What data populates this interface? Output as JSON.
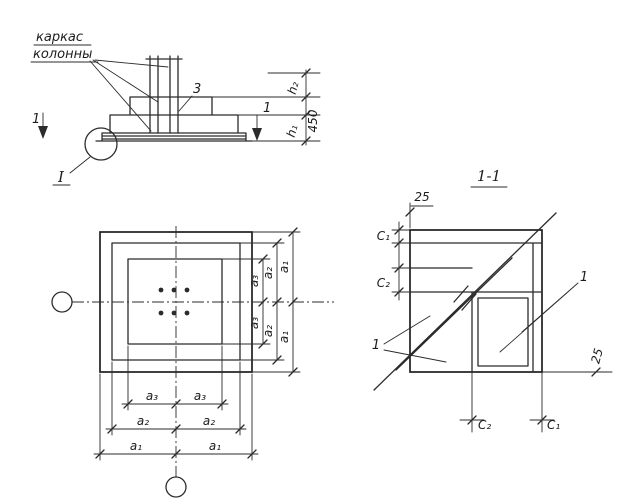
{
  "elevation": {
    "callout_line1": "каркас",
    "callout_line2": "колонны",
    "part_label": "3",
    "section_mark": "1",
    "dim_h2": "h₂",
    "dim_total_height": "450",
    "dim_h1": "h₁",
    "detail_label": "I"
  },
  "plan": {
    "dim_a3": "a₃",
    "dim_a2": "a₂",
    "dim_a1": "a₁"
  },
  "section": {
    "title": "1-1",
    "dim_edge_offset": "25",
    "dim_c1": "C₁",
    "dim_c2": "C₂",
    "mesh_label": "1"
  },
  "colors": {
    "ink": "#2b2b2b",
    "paper": "#ffffff"
  }
}
